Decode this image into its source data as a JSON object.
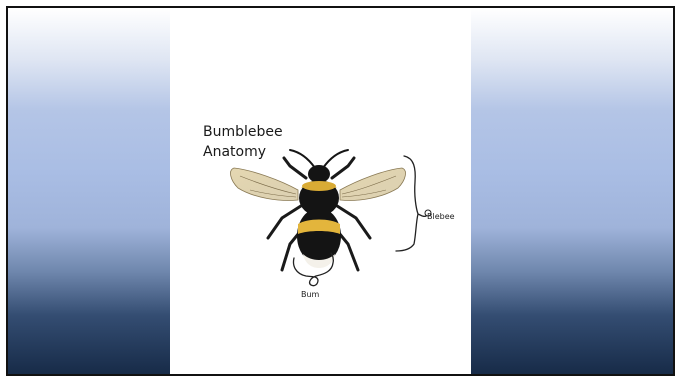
{
  "title": {
    "line1": "Bumblebee",
    "line2": "Anatomy"
  },
  "annotations": {
    "body_label": "Blebee",
    "rear_label": "Bum"
  },
  "illustration": "bumblebee",
  "colors": {
    "gradient_top": "#ffffff",
    "gradient_mid": "#a9bde4",
    "gradient_bottom": "#172b48",
    "bee_black": "#141414",
    "bee_yellow": "#e3b53c",
    "bee_tail": "#f4f1ea",
    "wing": "#d8c9a0"
  }
}
